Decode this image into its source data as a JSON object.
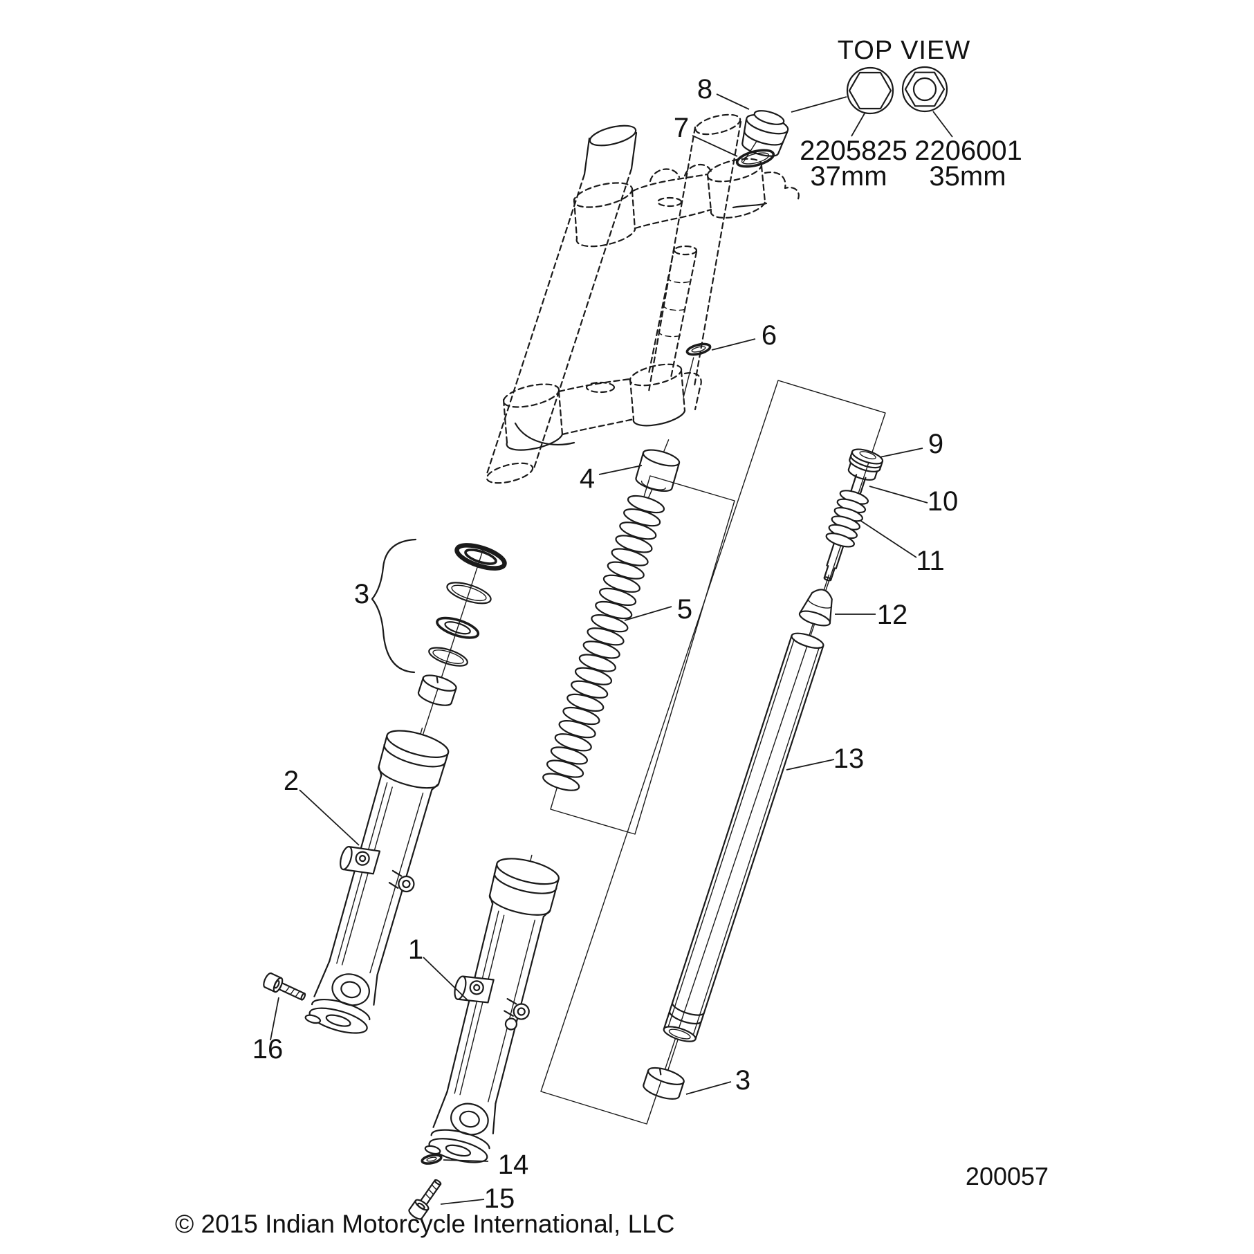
{
  "colors": {
    "ink": "#1a1a1a",
    "background": "#ffffff"
  },
  "top_view": {
    "title": "TOP VIEW",
    "nuts": [
      {
        "part_number": "2205825",
        "size": "37mm"
      },
      {
        "part_number": "2206001",
        "size": "35mm"
      }
    ]
  },
  "callouts": {
    "c1": {
      "label": "1"
    },
    "c2": {
      "label": "2"
    },
    "c3": {
      "label": "3"
    },
    "c4": {
      "label": "4"
    },
    "c5": {
      "label": "5"
    },
    "c6": {
      "label": "6"
    },
    "c7": {
      "label": "7"
    },
    "c8": {
      "label": "8"
    },
    "c9": {
      "label": "9"
    },
    "c10": {
      "label": "10"
    },
    "c11": {
      "label": "11"
    },
    "c12": {
      "label": "12"
    },
    "c13": {
      "label": "13"
    },
    "c14": {
      "label": "14"
    },
    "c15": {
      "label": "15"
    },
    "c16": {
      "label": "16"
    }
  },
  "footer": {
    "copyright": "© 2015 Indian Motorcycle International, LLC",
    "diagram_number": "200057"
  }
}
